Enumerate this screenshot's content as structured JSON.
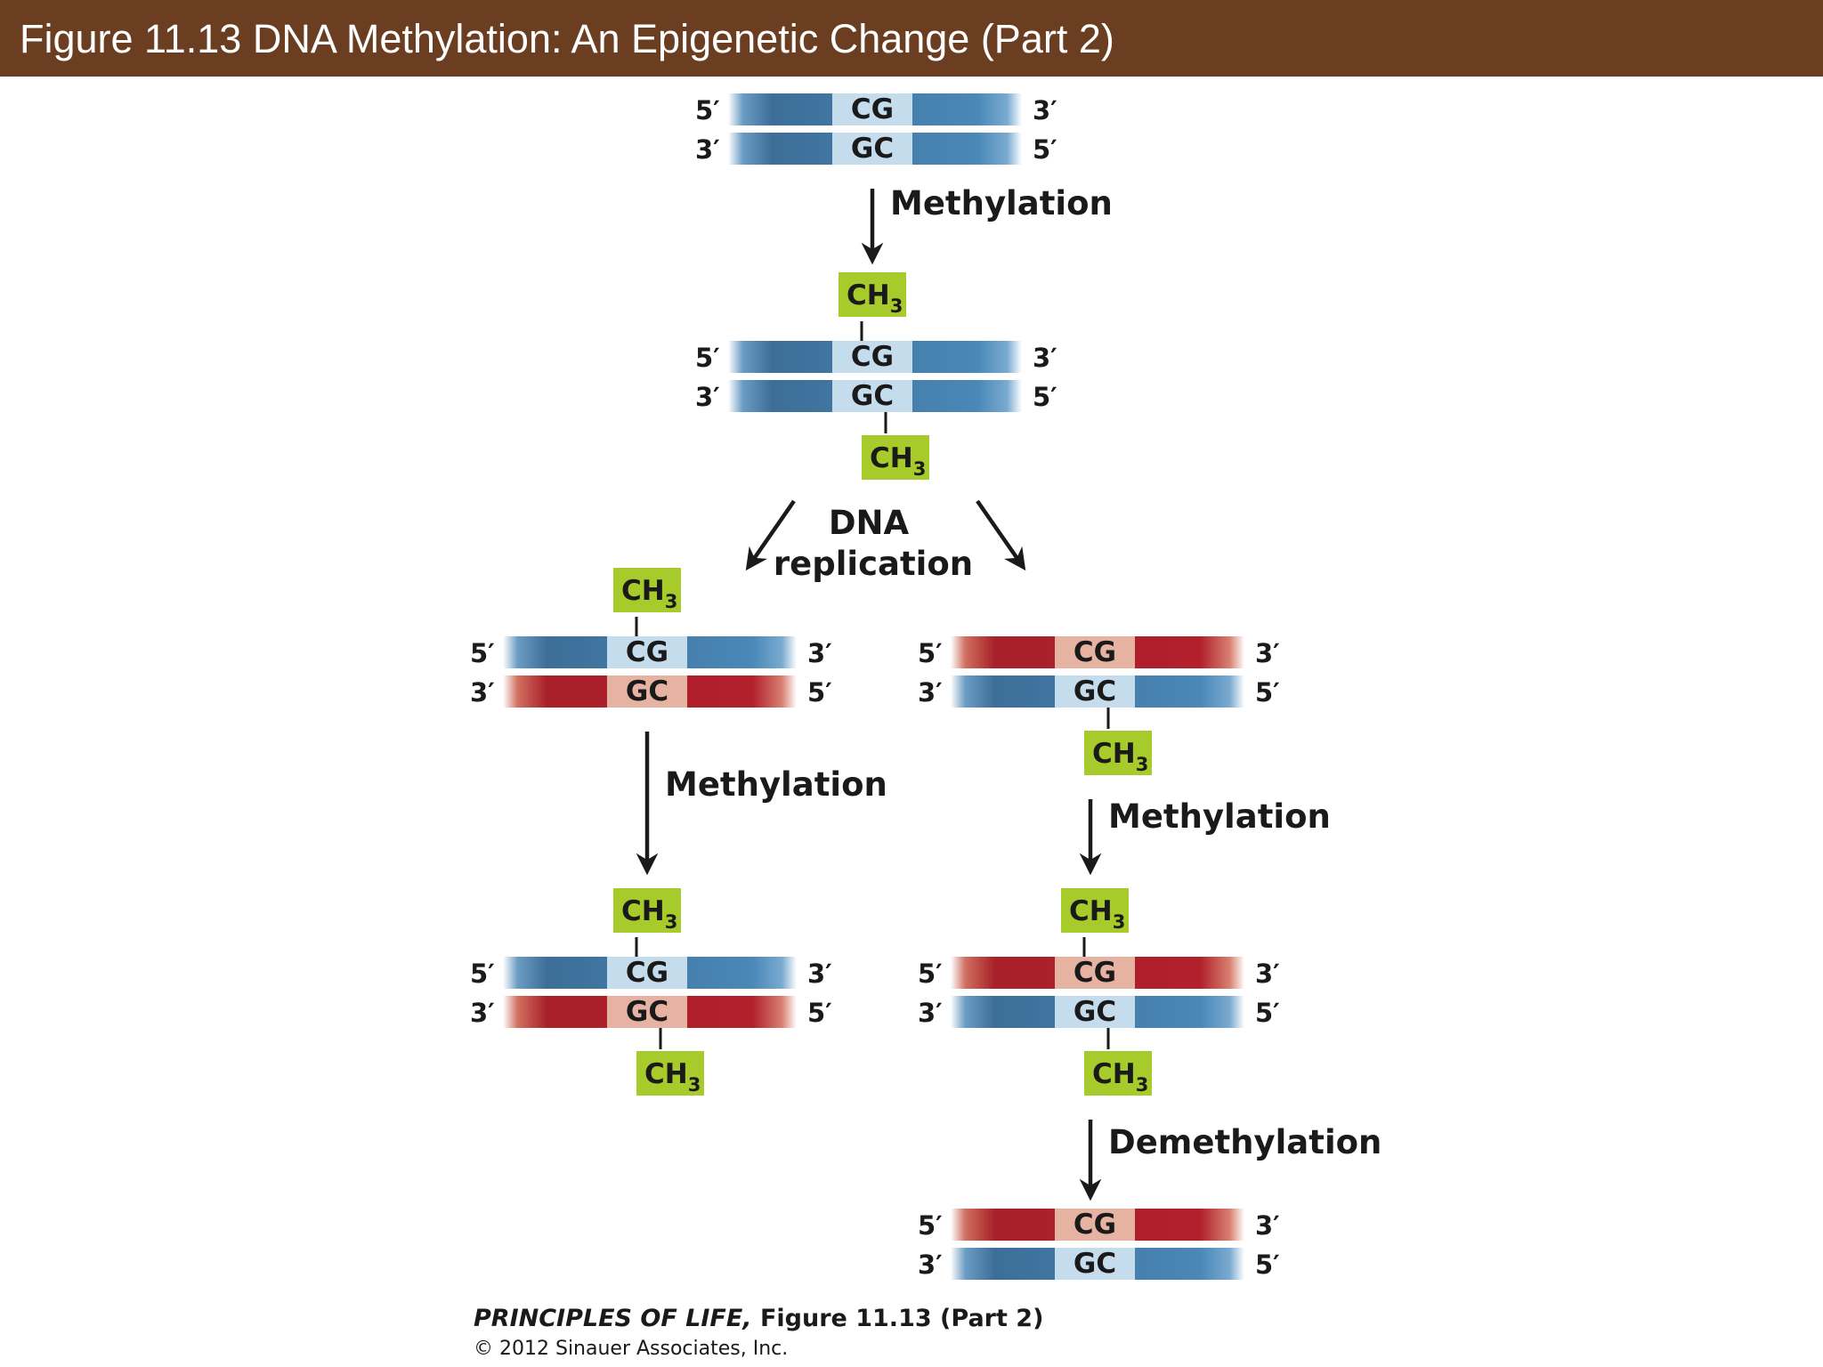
{
  "header": {
    "title": "Figure 11.13  DNA Methylation: An Epigenetic Change (Part 2)"
  },
  "colors": {
    "header_bg": "#6b3e22",
    "blue_strand": "#4682b0",
    "blue_pair": "#c5dcec",
    "red_strand": "#b2202c",
    "red_pair": "#e6b3a3",
    "methyl_box": "#a8cb2c",
    "arrow": "#1a1a1a"
  },
  "labels": {
    "five_prime": "5′",
    "three_prime": "3′",
    "top_pair": "CG",
    "bottom_pair": "GC",
    "methyl_main": "CH",
    "methyl_sub": "3"
  },
  "steps": {
    "methylation": "Methylation",
    "replication_line1": "DNA",
    "replication_line2": "replication",
    "demethylation": "Demethylation"
  },
  "stages": [
    {
      "id": "original",
      "top_strand": "blue",
      "bottom_strand": "blue",
      "top_methyl": false,
      "bottom_methyl": false
    },
    {
      "id": "methylated",
      "top_strand": "blue",
      "bottom_strand": "blue",
      "top_methyl": true,
      "bottom_methyl": true
    },
    {
      "id": "left-daughter",
      "top_strand": "blue",
      "bottom_strand": "red",
      "top_methyl": true,
      "bottom_methyl": false
    },
    {
      "id": "right-daughter",
      "top_strand": "red",
      "bottom_strand": "blue",
      "top_methyl": false,
      "bottom_methyl": true
    },
    {
      "id": "left-remethylated",
      "top_strand": "blue",
      "bottom_strand": "red",
      "top_methyl": true,
      "bottom_methyl": true
    },
    {
      "id": "right-remethylated",
      "top_strand": "red",
      "bottom_strand": "blue",
      "top_methyl": true,
      "bottom_methyl": true
    },
    {
      "id": "right-demethylated",
      "top_strand": "red",
      "bottom_strand": "blue",
      "top_methyl": false,
      "bottom_methyl": false
    }
  ],
  "footer": {
    "book": "PRINCIPLES OF LIFE,",
    "figure": " Figure 11.13 (Part 2)",
    "copyright": "© 2012 Sinauer Associates, Inc."
  }
}
